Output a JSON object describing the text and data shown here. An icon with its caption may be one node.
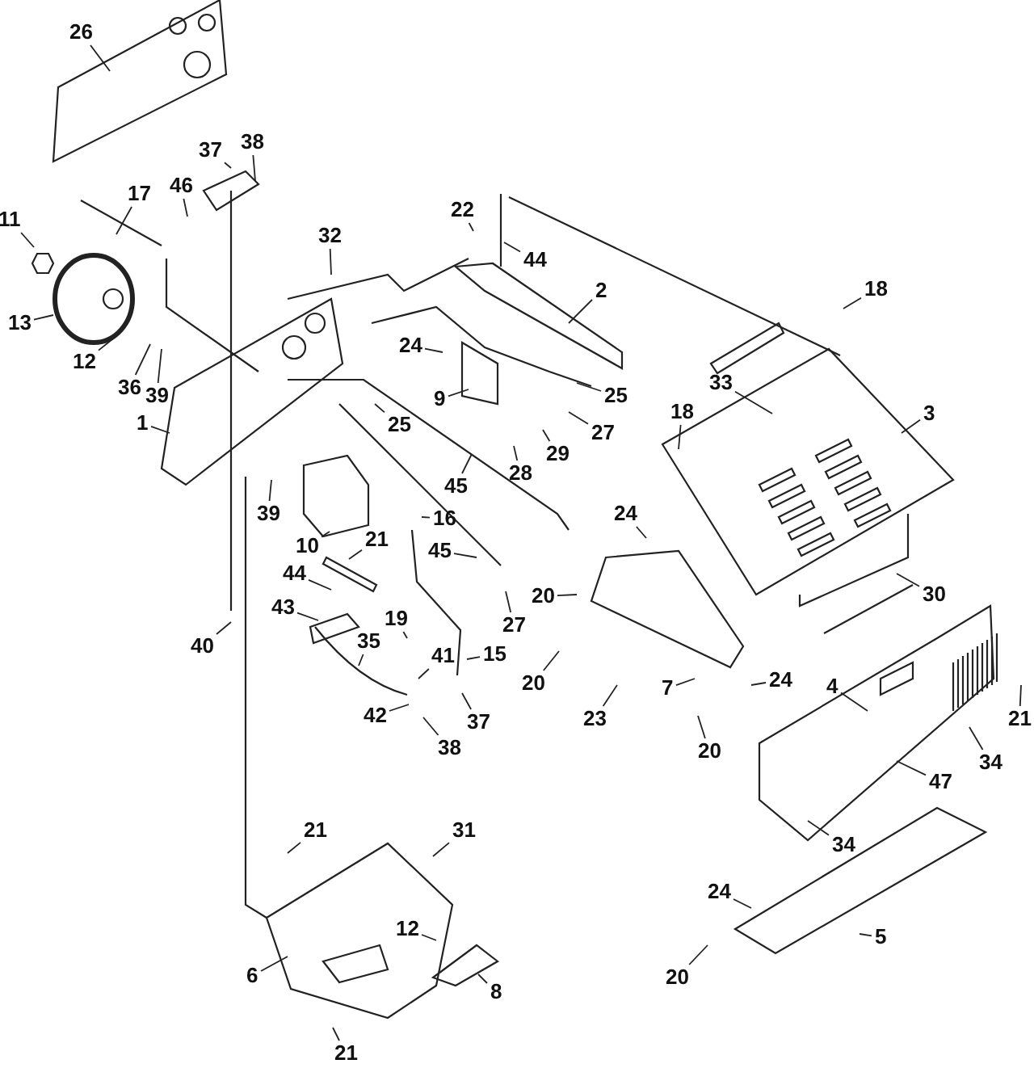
{
  "diagram": {
    "nodes": [
      {
        "text": [
          "26"
        ]
      },
      {
        "text": [
          "38"
        ]
      },
      {
        "text": [
          "37"
        ]
      },
      {
        "text": [
          "46"
        ]
      },
      {
        "text": [
          "17"
        ]
      },
      {
        "text": [
          "11"
        ]
      },
      {
        "text": [
          "32"
        ]
      },
      {
        "text": [
          "22"
        ]
      },
      {
        "text": [
          "44"
        ]
      },
      {
        "text": [
          "2"
        ]
      },
      {
        "text": [
          "18"
        ]
      },
      {
        "text": [
          "13"
        ]
      },
      {
        "text": [
          "12"
        ]
      },
      {
        "text": [
          "36"
        ]
      },
      {
        "text": [
          "39"
        ]
      },
      {
        "text": [
          "24"
        ]
      },
      {
        "text": [
          "9"
        ]
      },
      {
        "text": [
          "33"
        ]
      },
      {
        "text": [
          "3"
        ]
      },
      {
        "text": [
          "18"
        ]
      },
      {
        "text": [
          "1"
        ]
      },
      {
        "text": [
          "25"
        ]
      },
      {
        "text": [
          "25"
        ]
      },
      {
        "text": [
          "29"
        ]
      },
      {
        "text": [
          "27"
        ]
      },
      {
        "text": [
          "28"
        ]
      },
      {
        "text": [
          "45"
        ]
      },
      {
        "text": [
          "39"
        ]
      },
      {
        "text": [
          "21"
        ]
      },
      {
        "text": [
          "16"
        ]
      },
      {
        "text": [
          "10"
        ]
      },
      {
        "text": [
          "45"
        ]
      },
      {
        "text": [
          "24"
        ]
      },
      {
        "text": [
          "44"
        ]
      },
      {
        "text": [
          "20"
        ]
      },
      {
        "text": [
          "30"
        ]
      },
      {
        "text": [
          "43"
        ]
      },
      {
        "text": [
          "19"
        ]
      },
      {
        "text": [
          "27"
        ]
      },
      {
        "text": [
          "40"
        ]
      },
      {
        "text": [
          "35"
        ]
      },
      {
        "text": [
          "15"
        ]
      },
      {
        "text": [
          "41"
        ]
      },
      {
        "text": [
          "7"
        ]
      },
      {
        "text": [
          "20"
        ]
      },
      {
        "text": [
          "24"
        ]
      },
      {
        "text": [
          "4"
        ]
      },
      {
        "text": [
          "42"
        ]
      },
      {
        "text": [
          "38"
        ]
      },
      {
        "text": [
          "37"
        ]
      },
      {
        "text": [
          "23"
        ]
      },
      {
        "text": [
          "21"
        ]
      },
      {
        "text": [
          "20"
        ]
      },
      {
        "text": [
          "47"
        ]
      },
      {
        "text": [
          "34"
        ]
      },
      {
        "text": [
          "34"
        ]
      },
      {
        "text": [
          "21"
        ]
      },
      {
        "text": [
          "31"
        ]
      },
      {
        "text": [
          "24"
        ]
      },
      {
        "text": [
          "12"
        ]
      },
      {
        "text": [
          "6"
        ]
      },
      {
        "text": [
          "5"
        ]
      },
      {
        "text": [
          "20"
        ]
      },
      {
        "text": [
          "8"
        ]
      },
      {
        "text": [
          "21"
        ]
      }
    ],
    "edges": [
      {
        "from": 0,
        "to": null,
        "arrow": "none"
      },
      {
        "from": 1,
        "to": null,
        "arrow": "none"
      },
      {
        "from": 2,
        "to": null,
        "arrow": "none"
      },
      {
        "from": 3,
        "to": null,
        "arrow": "none"
      },
      {
        "from": 4,
        "to": null,
        "arrow": "none"
      },
      {
        "from": 5,
        "to": null,
        "arrow": "none"
      },
      {
        "from": 6,
        "to": null,
        "arrow": "none"
      },
      {
        "from": 7,
        "to": null,
        "arrow": "none"
      },
      {
        "from": 8,
        "to": null,
        "arrow": "none"
      },
      {
        "from": 9,
        "to": null,
        "arrow": "none"
      },
      {
        "from": 10,
        "to": null,
        "arrow": "none"
      },
      {
        "from": 11,
        "to": null,
        "arrow": "none"
      },
      {
        "from": 12,
        "to": null,
        "arrow": "none"
      },
      {
        "from": 13,
        "to": null,
        "arrow": "none"
      },
      {
        "from": 14,
        "to": null,
        "arrow": "none"
      },
      {
        "from": 15,
        "to": null,
        "arrow": "none"
      },
      {
        "from": 16,
        "to": null,
        "arrow": "none"
      },
      {
        "from": 17,
        "to": null,
        "arrow": "none"
      },
      {
        "from": 18,
        "to": null,
        "arrow": "none"
      },
      {
        "from": 19,
        "to": null,
        "arrow": "none"
      },
      {
        "from": 20,
        "to": null,
        "arrow": "none"
      },
      {
        "from": 21,
        "to": null,
        "arrow": "none"
      },
      {
        "from": 22,
        "to": null,
        "arrow": "none"
      },
      {
        "from": 23,
        "to": null,
        "arrow": "none"
      },
      {
        "from": 24,
        "to": null,
        "arrow": "none"
      },
      {
        "from": 25,
        "to": null,
        "arrow": "none"
      },
      {
        "from": 26,
        "to": null,
        "arrow": "none"
      },
      {
        "from": 27,
        "to": null,
        "arrow": "none"
      },
      {
        "from": 28,
        "to": null,
        "arrow": "none"
      },
      {
        "from": 29,
        "to": null,
        "arrow": "none"
      },
      {
        "from": 30,
        "to": null,
        "arrow": "none"
      },
      {
        "from": 31,
        "to": null,
        "arrow": "none"
      },
      {
        "from": 32,
        "to": null,
        "arrow": "none"
      },
      {
        "from": 33,
        "to": null,
        "arrow": "none"
      },
      {
        "from": 34,
        "to": null,
        "arrow": "none"
      },
      {
        "from": 35,
        "to": null,
        "arrow": "none"
      },
      {
        "from": 36,
        "to": null,
        "arrow": "none"
      },
      {
        "from": 37,
        "to": null,
        "arrow": "none"
      },
      {
        "from": 38,
        "to": null,
        "arrow": "none"
      },
      {
        "from": 39,
        "to": null,
        "arrow": "none"
      },
      {
        "from": 40,
        "to": null,
        "arrow": "none"
      },
      {
        "from": 41,
        "to": null,
        "arrow": "none"
      },
      {
        "from": 42,
        "to": null,
        "arrow": "none"
      },
      {
        "from": 43,
        "to": null,
        "arrow": "none"
      },
      {
        "from": 44,
        "to": null,
        "arrow": "none"
      },
      {
        "from": 45,
        "to": null,
        "arrow": "none"
      },
      {
        "from": 46,
        "to": null,
        "arrow": "none"
      },
      {
        "from": 47,
        "to": null,
        "arrow": "none"
      },
      {
        "from": 48,
        "to": null,
        "arrow": "none"
      },
      {
        "from": 49,
        "to": null,
        "arrow": "none"
      },
      {
        "from": 50,
        "to": null,
        "arrow": "none"
      },
      {
        "from": 51,
        "to": null,
        "arrow": "none"
      },
      {
        "from": 52,
        "to": null,
        "arrow": "none"
      },
      {
        "from": 53,
        "to": null,
        "arrow": "none"
      },
      {
        "from": 54,
        "to": null,
        "arrow": "none"
      },
      {
        "from": 55,
        "to": null,
        "arrow": "none"
      },
      {
        "from": 56,
        "to": null,
        "arrow": "none"
      },
      {
        "from": 57,
        "to": null,
        "arrow": "none"
      },
      {
        "from": 58,
        "to": null,
        "arrow": "none"
      },
      {
        "from": 59,
        "to": null,
        "arrow": "none"
      },
      {
        "from": 60,
        "to": null,
        "arrow": "none"
      },
      {
        "from": 61,
        "to": null,
        "arrow": "none"
      },
      {
        "from": 62,
        "to": null,
        "arrow": "none"
      },
      {
        "from": 63,
        "to": null,
        "arrow": "none"
      },
      {
        "from": 64,
        "to": null,
        "arrow": "none"
      }
    ]
  }
}
